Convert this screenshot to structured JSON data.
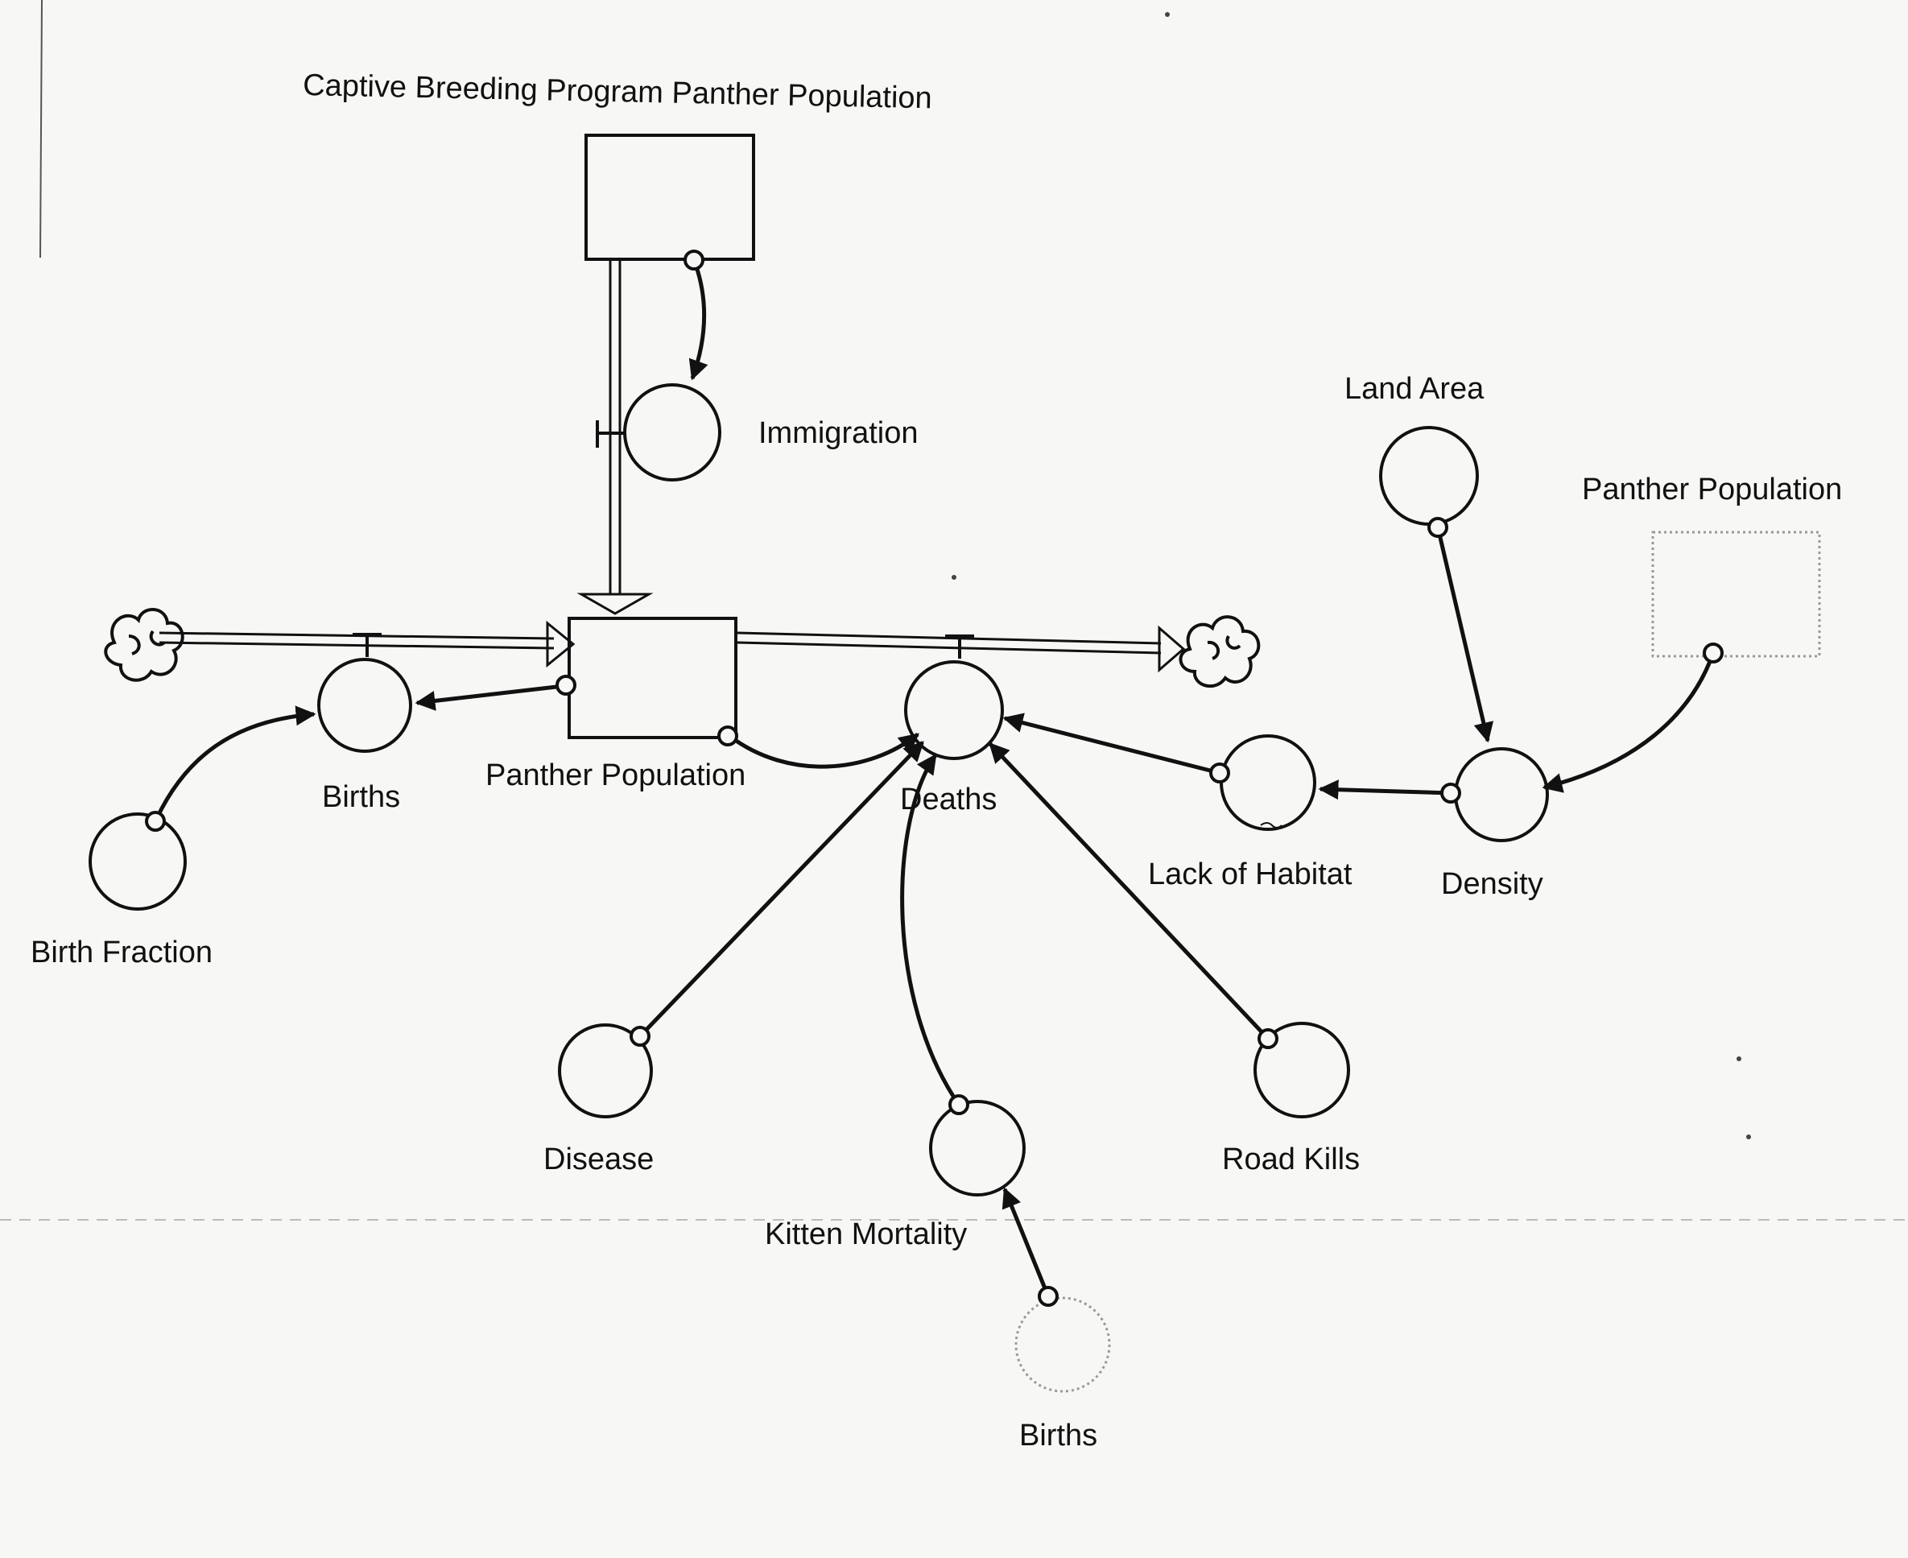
{
  "diagram": {
    "labels": {
      "captive_stock": "Captive Breeding Program Panther Population",
      "immigration": "Immigration",
      "land_area": "Land Area",
      "panther_population_ghost": "Panther Population",
      "births": "Births",
      "panther_population": "Panther Population",
      "deaths": "Deaths",
      "lack_of_habitat": "Lack of Habitat",
      "density": "Density",
      "birth_fraction": "Birth Fraction",
      "disease": "Disease",
      "road_kills": "Road Kills",
      "kitten_mortality": "Kitten Mortality",
      "births_ghost": "Births"
    },
    "stocks": [
      "Captive Breeding Program Panther Population",
      "Panther Population"
    ],
    "flows": [
      "Immigration",
      "Births",
      "Deaths"
    ],
    "converters": [
      "Land Area",
      "Density",
      "Lack of Habitat",
      "Birth Fraction",
      "Disease",
      "Road Kills",
      "Kitten Mortality"
    ],
    "ghosts": [
      "Panther Population",
      "Births"
    ],
    "connectors": [
      {
        "from": "Captive Breeding Program Panther Population",
        "to": "Immigration"
      },
      {
        "from": "Panther Population",
        "to": "Births"
      },
      {
        "from": "Birth Fraction",
        "to": "Births"
      },
      {
        "from": "Panther Population",
        "to": "Deaths"
      },
      {
        "from": "Lack of Habitat",
        "to": "Deaths"
      },
      {
        "from": "Disease",
        "to": "Deaths"
      },
      {
        "from": "Kitten Mortality",
        "to": "Deaths"
      },
      {
        "from": "Road Kills",
        "to": "Deaths"
      },
      {
        "from": "Density",
        "to": "Lack of Habitat"
      },
      {
        "from": "Land Area",
        "to": "Density"
      },
      {
        "from": "Panther Population",
        "to": "Density"
      },
      {
        "from": "Births",
        "to": "Kitten Mortality"
      }
    ],
    "flow_pipes": [
      {
        "from": "Captive Breeding Program Panther Population",
        "to": "Panther Population",
        "valve": "Immigration"
      },
      {
        "from": "source-cloud",
        "to": "Panther Population",
        "valve": "Births"
      },
      {
        "from": "Panther Population",
        "to": "sink-cloud",
        "valve": "Deaths"
      }
    ]
  }
}
